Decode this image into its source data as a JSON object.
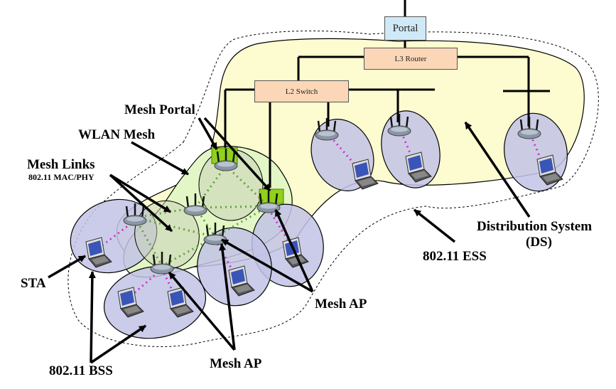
{
  "diagram": {
    "boxes": {
      "portal": "Portal",
      "l3_router": "L3 Router",
      "l2_switch": "L2 Switch"
    },
    "labels": {
      "mesh_portal": "Mesh Portal",
      "wlan_mesh": "WLAN Mesh",
      "mesh_links": "Mesh Links",
      "mesh_links_sub": "802.11 MAC/PHY",
      "sta": "STA",
      "bss": "802.11 BSS",
      "mesh_ap_bottom": "Mesh AP",
      "mesh_ap_right": "Mesh AP",
      "ess": "802.11 ESS",
      "ds_line1": "Distribution System",
      "ds_line2": "(DS)"
    },
    "colors": {
      "ds_fill": "#fdfbd0",
      "mesh_fill": "#e3f7c6",
      "bss_fill": "#c2c3e6",
      "mesh_link": "#62a040",
      "sta_link": "#cc33cc",
      "portal_box": "#cfe9f7",
      "device_box": "#fbd7b8",
      "portal_marker": "#8fd11b"
    },
    "icons": [
      "access-point-icon",
      "laptop-icon",
      "arrow-icon"
    ]
  }
}
